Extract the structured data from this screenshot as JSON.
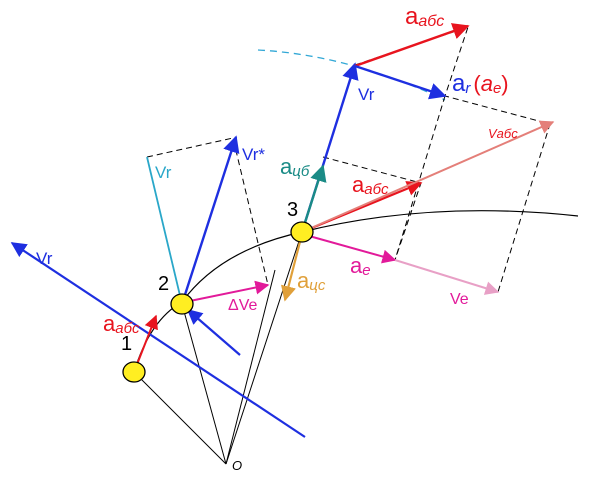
{
  "labels": {
    "num1": "1",
    "num2": "2",
    "num3": "3",
    "origin": "O",
    "vr_blue_left": "Vr",
    "vr_cyan": "Vr",
    "vr_star": "Vr*",
    "vr_top": "Vr",
    "a_abs_1_main": "a",
    "a_abs_1_sub": "абс",
    "a_abs_3_main": "a",
    "a_abs_3_sub": "абс",
    "a_abs_top_main": "a",
    "a_abs_top_sub": "абс",
    "a_cb_main": "a",
    "a_cb_sub": "цб",
    "a_cs_main": "a",
    "a_cs_sub": "цс",
    "a_e_main": "a",
    "a_e_sub": "e",
    "a_r_main": "a",
    "a_r_sub": "r",
    "a_r_paren_open": "(",
    "a_r_paren_a": "a",
    "a_r_paren_sub": "e",
    "a_r_paren_close": ")",
    "delta_ve": "ΔVe",
    "ve": "Ve",
    "v_abs": "Vабс"
  },
  "colors": {
    "blue": "#1e2fe0",
    "cyan": "#2aa7c9",
    "red": "#e8141e",
    "magenta": "#e21a9a",
    "pink": "#e8a0c6",
    "salmon": "#e47f79",
    "teal": "#1a8b86",
    "orange": "#e0a03a",
    "yellow": "#ffee22",
    "dash_cyan": "#33a8d6"
  }
}
